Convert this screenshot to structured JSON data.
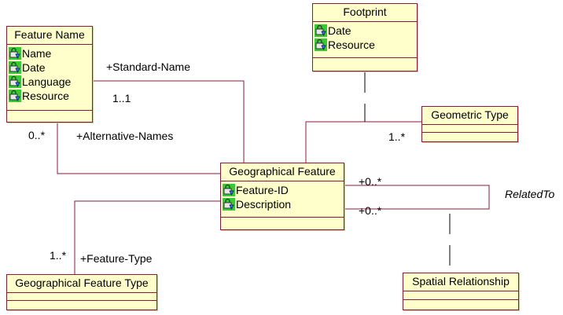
{
  "classes": {
    "feature_name": {
      "name": "Feature Name",
      "attributes": [
        "Name",
        "Date",
        "Language",
        "Resource"
      ]
    },
    "footprint": {
      "name": "Footprint",
      "attributes": [
        "Date",
        "Resource"
      ]
    },
    "geometric_type": {
      "name": "Geometric Type",
      "attributes": []
    },
    "geographical_feature": {
      "name": "Geographical Feature",
      "attributes": [
        "Feature-ID",
        "Description"
      ]
    },
    "geographical_feature_type": {
      "name": "Geographical Feature Type",
      "attributes": []
    },
    "spatial_relationship": {
      "name": "Spatial Relationship",
      "attributes": []
    }
  },
  "labels": {
    "standard_name_role": "+Standard-Name",
    "standard_name_mult": "1..1",
    "feature_name_mult": "0..*",
    "alternative_names_role": "+Alternative-Names",
    "geometric_type_mult": "1..*",
    "related_to_mult_top": "+0..*",
    "related_to_mult_bottom": "+0..*",
    "related_to_name": "RelatedTo",
    "feature_type_mult": "1..*",
    "feature_type_role": "+Feature-Type"
  },
  "colors": {
    "class_fill": "#ffffcc",
    "class_border": "#8b1a3a",
    "icon_fill": "#33cc33"
  },
  "icon": "attribute-lock-icon"
}
